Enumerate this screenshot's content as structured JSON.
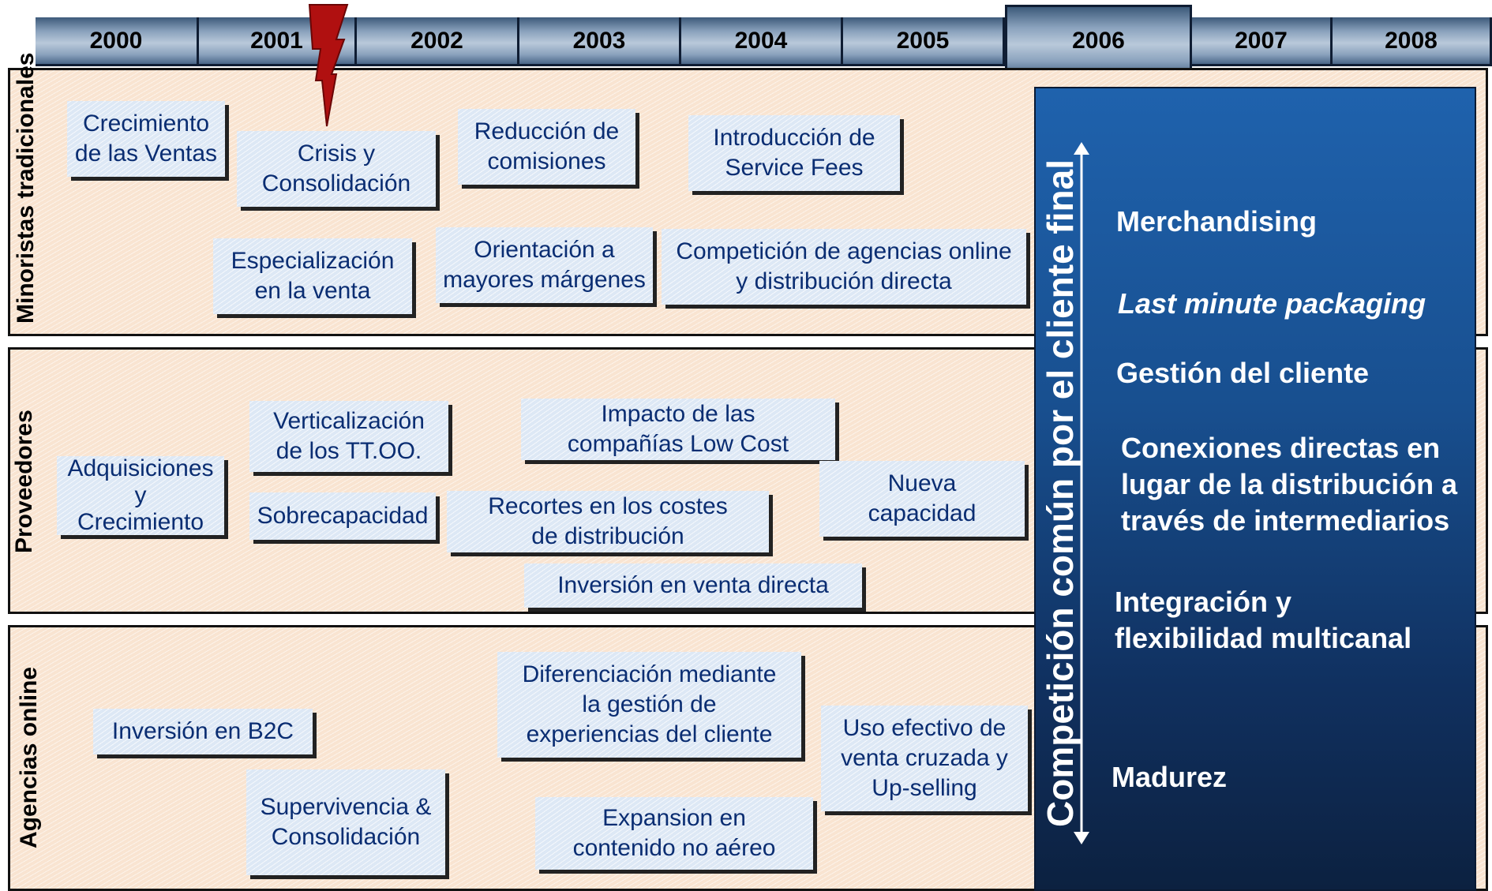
{
  "years": [
    "2000",
    "2001",
    "2002",
    "2003",
    "2004",
    "2005",
    "2006",
    "2007",
    "2008"
  ],
  "lanes": {
    "minoristas": "Minoristas\ntradicionales",
    "proveedores": "Proveedores",
    "agencias": "Agencias\nonline"
  },
  "boxes": {
    "crecimiento_ventas": "Crecimiento\nde las Ventas",
    "crisis": "Crisis y\nConsolidación",
    "reduccion": "Reducción de\ncomisiones",
    "service_fees": "Introducción de\nService Fees",
    "especializacion": "Especialización\nen la venta",
    "orientacion": "Orientación a\nmayores márgenes",
    "competicion_online": "Competición de agencias online\ny distribución directa",
    "verticalizacion": "Verticalización\nde los TT.OO.",
    "low_cost": "Impacto de las\ncompañías Low Cost",
    "adquisiciones": "Adquisiciones\ny\nCrecimiento",
    "sobrecapacidad": "Sobrecapacidad",
    "recortes": "Recortes en los costes\nde distribución",
    "nueva_capacidad": "Nueva\ncapacidad",
    "venta_directa": "Inversión en venta directa",
    "b2c": "Inversión en B2C",
    "diferenciacion": "Diferenciación mediante\nla gestión de\nexperiencias del cliente",
    "uso_efectivo": "Uso efectivo de\nventa cruzada y\nUp-selling",
    "supervivencia": "Supervivencia &\nConsolidación",
    "expansion": "Expansion en\ncontenido no aéreo"
  },
  "panel": {
    "title": "Competición común por el cliente final",
    "items": [
      "Merchandising",
      "Last minute packaging",
      "Gestión del cliente",
      "Conexiones directas en\nlugar de la distribución a\ntravés de intermediarios",
      "Integración y\nflexibilidad multicanal",
      "Madurez"
    ]
  },
  "colors": {
    "lane_fill": "#f9e4d1",
    "box_fill": "#dde8f5",
    "box_text": "#0a2d72",
    "panel_top": "#1f62ad",
    "panel_bottom": "#0c2140",
    "bolt": "#b01010"
  }
}
